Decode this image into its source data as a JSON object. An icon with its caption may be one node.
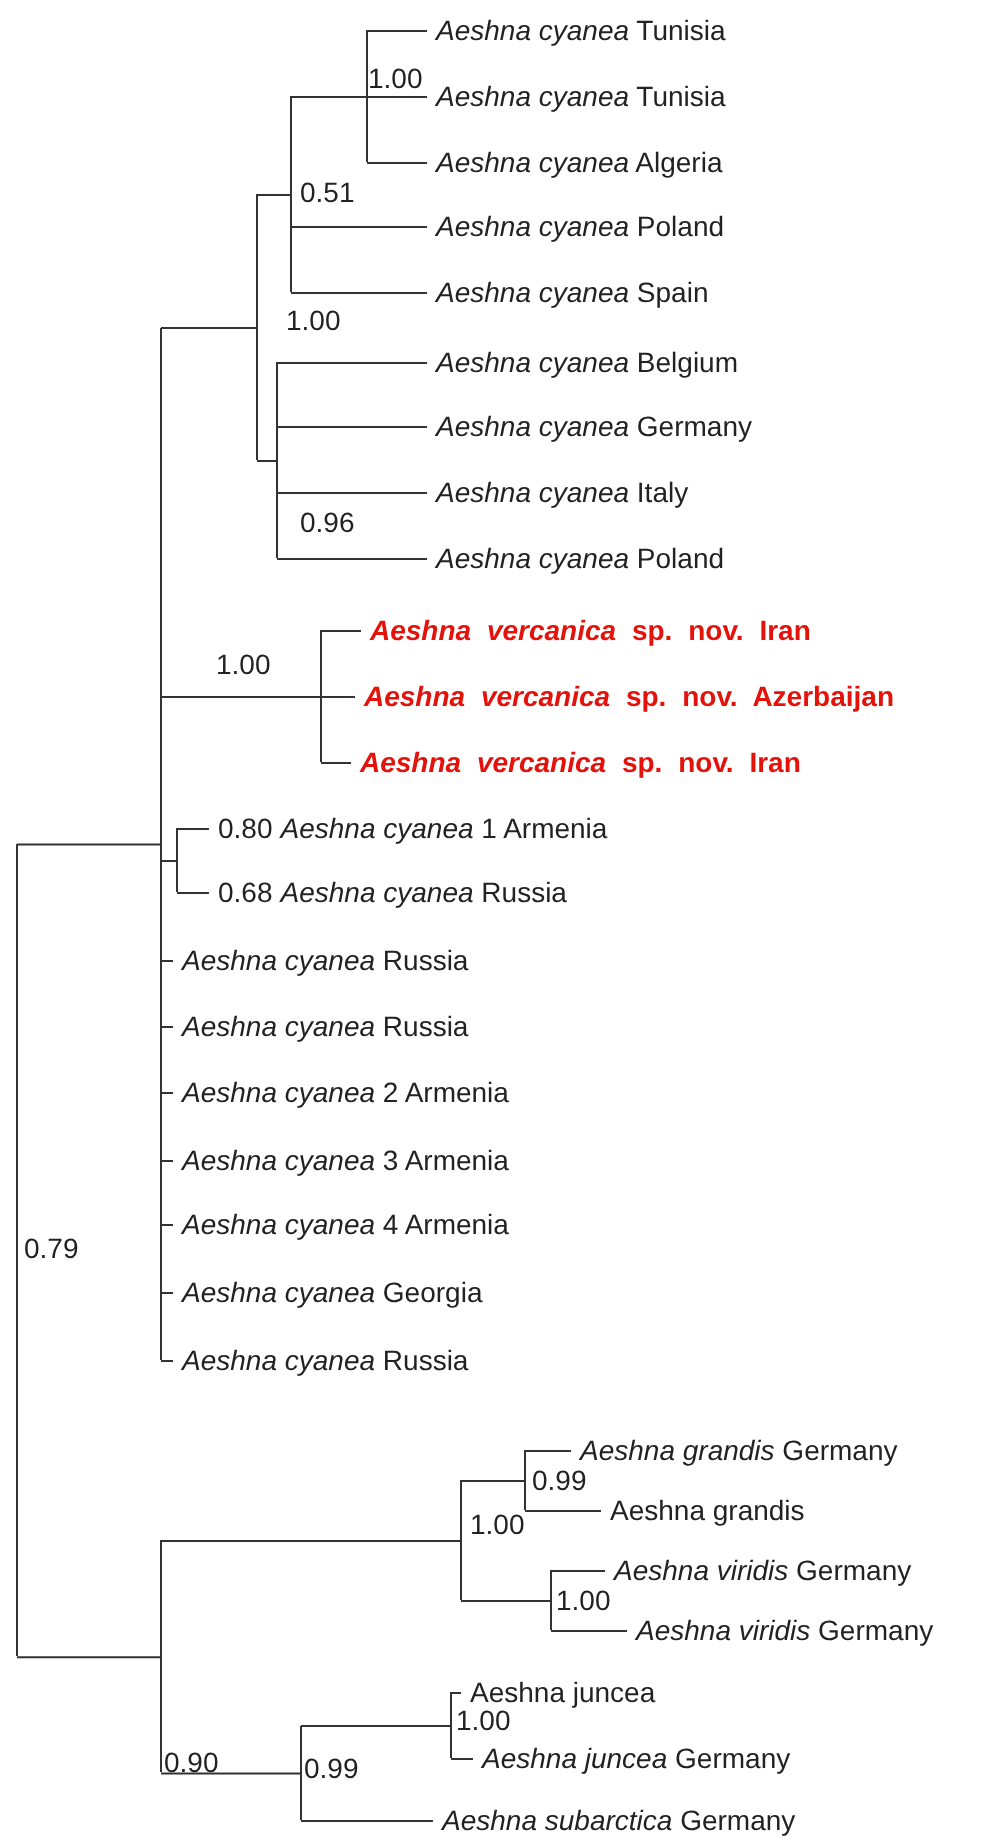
{
  "diagram": {
    "nodes": [
      {
        "text": [],
        "shape": "bar",
        "beside": [
          "0.79"
        ]
      },
      {
        "text": [],
        "shape": "bar"
      },
      {
        "text": [],
        "shape": "bar",
        "beside": [
          "1.00"
        ]
      },
      {
        "text": [],
        "shape": "bar",
        "beside": [
          "0.51"
        ]
      },
      {
        "text": [],
        "shape": "bar",
        "beside": [
          "1.00"
        ]
      },
      {
        "text": [
          "*Aeshna cyanea* Tunisia"
        ]
      },
      {
        "text": [
          "*Aeshna cyanea* Tunisia"
        ]
      },
      {
        "text": [
          "*Aeshna cyanea* Algeria"
        ]
      },
      {
        "text": [
          "*Aeshna cyanea* Poland"
        ]
      },
      {
        "text": [
          "*Aeshna cyanea* Spain"
        ]
      },
      {
        "text": [],
        "shape": "bar",
        "beside": [
          "0.96"
        ]
      },
      {
        "text": [
          "*Aeshna cyanea* Belgium"
        ]
      },
      {
        "text": [
          "*Aeshna cyanea* Germany"
        ]
      },
      {
        "text": [
          "*Aeshna cyanea* Italy"
        ]
      },
      {
        "text": [
          "*Aeshna cyanea* Poland"
        ]
      },
      {
        "text": [],
        "shape": "bar",
        "beside": [
          "1.00"
        ]
      },
      {
        "text": [
          "*Aeshna vercanica* sp. nov. Iran"
        ]
      },
      {
        "text": [
          "*Aeshna vercanica* sp. nov. Azerbaijan"
        ]
      },
      {
        "text": [
          "*Aeshna vercanica* sp. nov. Iran"
        ]
      },
      {
        "text": [],
        "shape": "bar"
      },
      {
        "text": [
          "*Aeshna cyanea* 1 Armenia"
        ],
        "beside": [
          "0.80"
        ]
      },
      {
        "text": [
          "*Aeshna cyanea* Russia"
        ],
        "beside": [
          "0.68"
        ]
      },
      {
        "text": [
          "*Aeshna cyanea* Russia"
        ]
      },
      {
        "text": [
          "*Aeshna cyanea* Russia"
        ]
      },
      {
        "text": [
          "*Aeshna cyanea* 2 Armenia"
        ]
      },
      {
        "text": [
          "*Aeshna cyanea* 3 Armenia"
        ]
      },
      {
        "text": [
          "*Aeshna cyanea* 4 Armenia"
        ]
      },
      {
        "text": [
          "*Aeshna cyanea* Georgia"
        ]
      },
      {
        "text": [
          "*Aeshna cyanea* Russia"
        ]
      },
      {
        "text": [],
        "shape": "bar",
        "beside": [
          "0.90"
        ]
      },
      {
        "text": [],
        "shape": "bar",
        "beside": [
          "1.00"
        ]
      },
      {
        "text": [],
        "shape": "bar",
        "beside": [
          "0.99"
        ]
      },
      {
        "text": [
          "*Aeshna grandis* Germany"
        ]
      },
      {
        "text": [
          "Aeshna grandis"
        ]
      },
      {
        "text": [],
        "shape": "bar",
        "beside": [
          "1.00"
        ]
      },
      {
        "text": [
          "*Aeshna viridis* Germany"
        ]
      },
      {
        "text": [
          "*Aeshna viridis* Germany"
        ]
      },
      {
        "text": [],
        "shape": "bar",
        "beside": [
          "0.99"
        ]
      },
      {
        "text": [],
        "shape": "bar",
        "beside": [
          "1.00"
        ]
      },
      {
        "text": [
          "Aeshna juncea"
        ]
      },
      {
        "text": [
          "*Aeshna juncea* Germany"
        ]
      },
      {
        "text": [
          "*Aeshna subarctica* Germany"
        ]
      }
    ],
    "edges": [
      {
        "from": 0,
        "to": 1,
        "arrow": "none"
      },
      {
        "from": 0,
        "to": 29,
        "arrow": "none"
      },
      {
        "from": 1,
        "to": 2,
        "arrow": "none"
      },
      {
        "from": 1,
        "to": 15,
        "arrow": "none"
      },
      {
        "from": 1,
        "to": 19,
        "arrow": "none"
      },
      {
        "from": 1,
        "to": 22,
        "arrow": "none"
      },
      {
        "from": 1,
        "to": 23,
        "arrow": "none"
      },
      {
        "from": 1,
        "to": 24,
        "arrow": "none"
      },
      {
        "from": 1,
        "to": 25,
        "arrow": "none"
      },
      {
        "from": 1,
        "to": 26,
        "arrow": "none"
      },
      {
        "from": 1,
        "to": 27,
        "arrow": "none"
      },
      {
        "from": 1,
        "to": 28,
        "arrow": "none"
      },
      {
        "from": 2,
        "to": 3,
        "arrow": "none"
      },
      {
        "from": 2,
        "to": 10,
        "arrow": "none"
      },
      {
        "from": 3,
        "to": 4,
        "arrow": "none"
      },
      {
        "from": 3,
        "to": 8,
        "arrow": "none"
      },
      {
        "from": 3,
        "to": 9,
        "arrow": "none"
      },
      {
        "from": 4,
        "to": 5,
        "arrow": "none"
      },
      {
        "from": 4,
        "to": 6,
        "arrow": "none"
      },
      {
        "from": 4,
        "to": 7,
        "arrow": "none"
      },
      {
        "from": 10,
        "to": 11,
        "arrow": "none"
      },
      {
        "from": 10,
        "to": 12,
        "arrow": "none"
      },
      {
        "from": 10,
        "to": 13,
        "arrow": "none"
      },
      {
        "from": 10,
        "to": 14,
        "arrow": "none"
      },
      {
        "from": 15,
        "to": 16,
        "arrow": "none"
      },
      {
        "from": 15,
        "to": 17,
        "arrow": "none"
      },
      {
        "from": 15,
        "to": 18,
        "arrow": "none"
      },
      {
        "from": 19,
        "to": 20,
        "arrow": "none"
      },
      {
        "from": 19,
        "to": 21,
        "arrow": "none"
      },
      {
        "from": 29,
        "to": 30,
        "arrow": "none"
      },
      {
        "from": 29,
        "to": 37,
        "arrow": "none"
      },
      {
        "from": 30,
        "to": 31,
        "arrow": "none"
      },
      {
        "from": 30,
        "to": 34,
        "arrow": "none"
      },
      {
        "from": 31,
        "to": 32,
        "arrow": "none"
      },
      {
        "from": 31,
        "to": 33,
        "arrow": "none"
      },
      {
        "from": 34,
        "to": 35,
        "arrow": "none"
      },
      {
        "from": 34,
        "to": 36,
        "arrow": "none"
      },
      {
        "from": 37,
        "to": 38,
        "arrow": "none"
      },
      {
        "from": 37,
        "to": 41,
        "arrow": "none"
      },
      {
        "from": 38,
        "to": 39,
        "arrow": "none"
      },
      {
        "from": 38,
        "to": 40,
        "arrow": "none"
      }
    ]
  }
}
